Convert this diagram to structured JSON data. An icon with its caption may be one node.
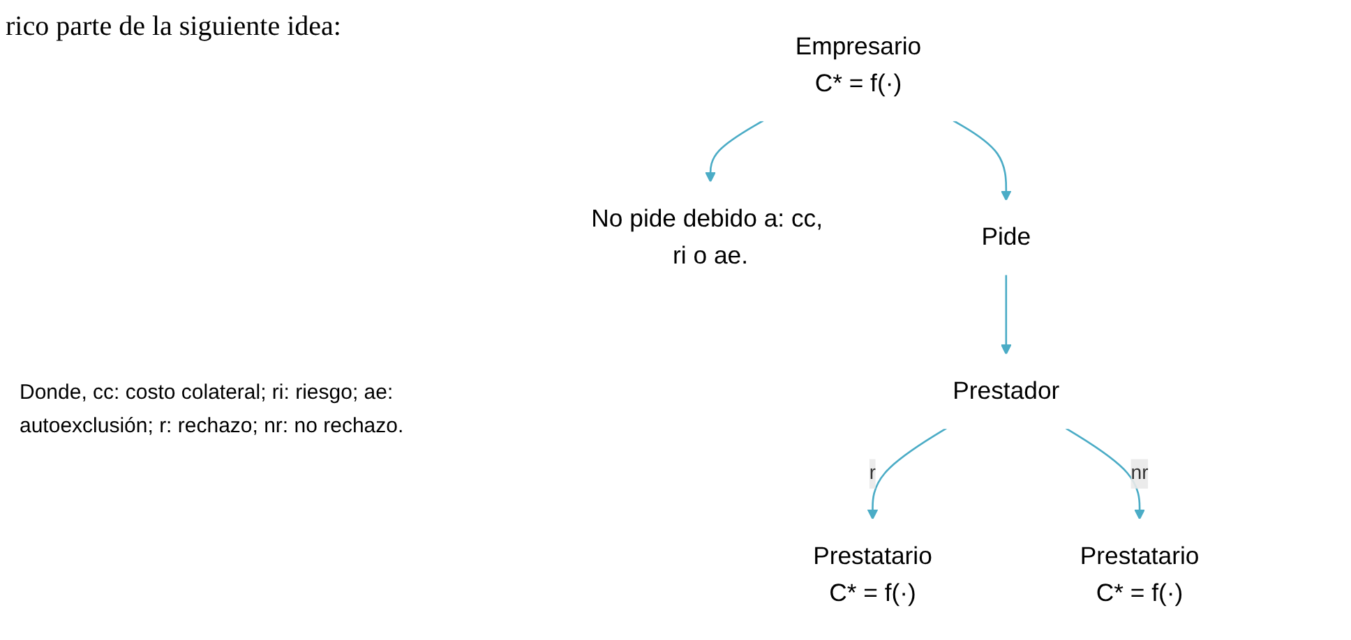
{
  "diagram": {
    "nodes": [
      {
        "text": [
          "Empresario",
          "C* = f(·)"
        ]
      },
      {
        "text": [
          "No pide debido a: cc, ri o ae."
        ]
      },
      {
        "text": [
          "Pide"
        ]
      },
      {
        "text": [
          "Prestador"
        ]
      },
      {
        "text": [
          "Prestatario",
          "C* = f(·)"
        ]
      },
      {
        "text": [
          "Prestatario",
          "C* = f(·)"
        ]
      }
    ],
    "edges": [
      {
        "from": 0,
        "to": 1,
        "arrow": "to"
      },
      {
        "from": 0,
        "to": 2,
        "arrow": "to"
      },
      {
        "from": 2,
        "to": 3,
        "arrow": "to"
      },
      {
        "from": 3,
        "to": 4,
        "arrow": "to",
        "label": "r"
      },
      {
        "from": 3,
        "to": 5,
        "arrow": "to",
        "label": "nr"
      }
    ],
    "labels": [
      "rico parte de la siguiente idea:",
      "Donde, cc: costo colateral; ri: riesgo; ae: autoexclusión; r: rechazo; nr: no rechazo."
    ]
  }
}
